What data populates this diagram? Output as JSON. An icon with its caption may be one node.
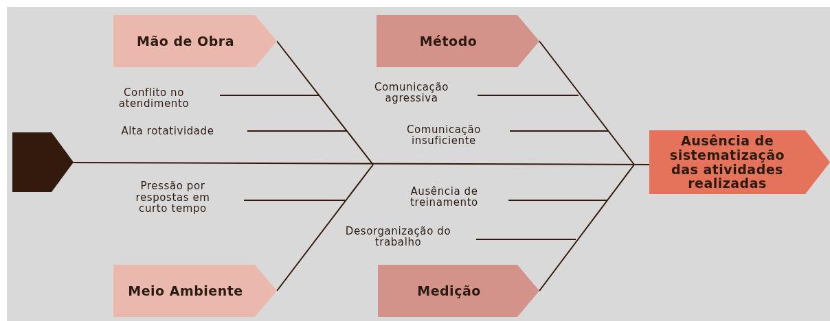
{
  "diagram": {
    "nodes": [
      {
        "text": [],
        "shape": "pentagon"
      },
      {
        "text": [
          "Mão de Obra"
        ]
      },
      {
        "text": [
          "Método"
        ]
      },
      {
        "text": [
          "Meio Ambiente"
        ]
      },
      {
        "text": [
          "Medição"
        ]
      },
      {
        "text": [
          "Ausência de sistematização das atividades realizadas"
        ]
      },
      {
        "text": [
          "Conflito no atendimento"
        ]
      },
      {
        "text": [
          "Alta rotatividade"
        ]
      },
      {
        "text": [
          "Pressão por respostas em curto tempo"
        ]
      },
      {
        "text": [
          "Comunicação agressiva"
        ]
      },
      {
        "text": [
          "Comunicação insuficiente"
        ]
      },
      {
        "text": [
          "Ausência de treinamento"
        ]
      },
      {
        "text": [
          "Desorganização do trabalho"
        ]
      }
    ],
    "edges": [
      {
        "from": 0,
        "to": 5,
        "arrow": "none"
      },
      {
        "from": 1,
        "to": null,
        "arrow": "none"
      },
      {
        "from": 2,
        "to": null,
        "arrow": "none"
      },
      {
        "from": 3,
        "to": null,
        "arrow": "none"
      },
      {
        "from": 4,
        "to": null,
        "arrow": "none"
      },
      {
        "from": 6,
        "to": null,
        "arrow": "none"
      },
      {
        "from": 7,
        "to": null,
        "arrow": "none"
      },
      {
        "from": 8,
        "to": null,
        "arrow": "none"
      },
      {
        "from": 9,
        "to": null,
        "arrow": "none"
      },
      {
        "from": 10,
        "to": null,
        "arrow": "none"
      },
      {
        "from": 11,
        "to": null,
        "arrow": "none"
      },
      {
        "from": 12,
        "to": null,
        "arrow": "none"
      }
    ]
  }
}
